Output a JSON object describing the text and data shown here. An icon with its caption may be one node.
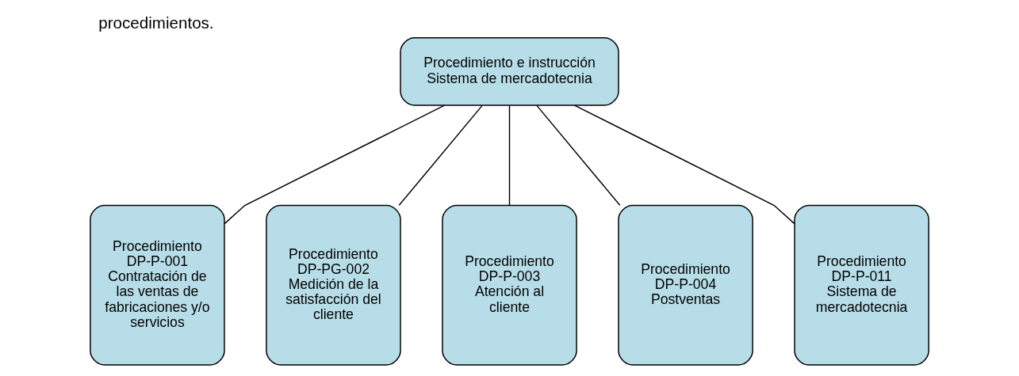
{
  "diagram": {
    "title": "procedimientos.",
    "nodes": [
      {
        "text": [
          "Procedimiento e instrucción",
          "Sistema de mercadotecnia"
        ]
      },
      {
        "text": [
          "Procedimiento",
          "DP-P-001",
          "Contratación de las ventas de fabricaciones y/o servicios"
        ]
      },
      {
        "text": [
          "Procedimiento",
          "DP-PG-002",
          "Medición de la satisfacción del cliente"
        ]
      },
      {
        "text": [
          "Procedimiento",
          "DP-P-003",
          "Atención al cliente"
        ]
      },
      {
        "text": [
          "Procedimiento",
          "DP-P-004",
          "Postventas"
        ]
      },
      {
        "text": [
          "Procedimiento",
          "DP-P-011",
          "Sistema de mercadotecnia"
        ]
      }
    ],
    "edges": [
      {
        "from": 0,
        "to": 1,
        "arrow": "none"
      },
      {
        "from": 0,
        "to": 2,
        "arrow": "none"
      },
      {
        "from": 0,
        "to": 3,
        "arrow": "none"
      },
      {
        "from": 0,
        "to": 4,
        "arrow": "none"
      },
      {
        "from": 0,
        "to": 5,
        "arrow": "none"
      }
    ]
  }
}
